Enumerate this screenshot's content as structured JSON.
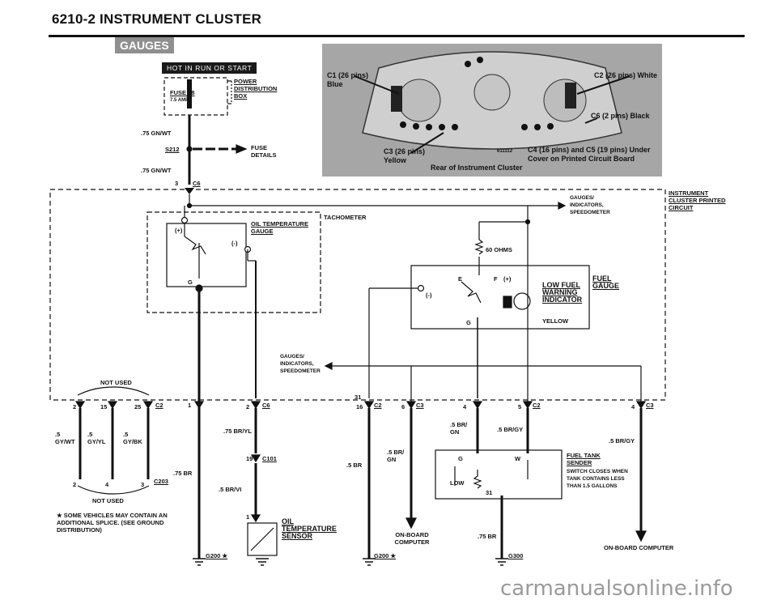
{
  "header": {
    "title": "6210-2   INSTRUMENT CLUSTER",
    "section": "GAUGES"
  },
  "supply": {
    "hot_tag": "HOT IN RUN OR START",
    "fuse": "FUSE 18",
    "fuse_amp": "7.5 AMP",
    "power_box": "POWER DISTRIBUTION BOX",
    "wire_top": ".75 GN/WT",
    "splice": "S212",
    "fuse_details": "FUSE DETAILS",
    "wire_bottom": ".75 GN/WT",
    "pin_c6": "3",
    "conn_c6": "C6"
  },
  "photo": {
    "c1": "C1 (26 pins) Blue",
    "c2": "C2 (26 pins) White",
    "c6": "C6 (2 pins) Black",
    "c3": "C3 (26 pins) Yellow",
    "c4c5": "C4 (16 pins) and C5 (19 pins) Under Cover on Printed Circuit Board",
    "caption": "Rear of Instrument Cluster",
    "code": "611112"
  },
  "cluster": {
    "label": "INSTRUMENT CLUSTER PRINTED CIRCUIT",
    "gauges_top": "GAUGES/ INDICATORS, SPEEDOMETER",
    "tachometer": "TACHOMETER",
    "oil_gauge": "OIL TEMPERATURE GAUGE",
    "plus": "(+)",
    "minus": "(-)",
    "g": "G",
    "ohms": "60 OHMS",
    "fuel_gauge": "FUEL GAUGE",
    "e": "E",
    "f": "F",
    "fuel_minus": "(-)",
    "fuel_plus": "(+)",
    "low_fuel": "LOW FUEL WARNING INDICATOR",
    "yellow": "YELLOW",
    "g2": "G",
    "gauges_mid": "GAUGES/ INDICATORS, SPEEDOMETER",
    "not_used_top": "NOT USED"
  },
  "connectors": {
    "p2": "2",
    "p15": "15",
    "p25": "25",
    "c2a": "C2",
    "p1": "1",
    "p2b": "2",
    "c6b": "C6",
    "p31": "31",
    "p16": "16",
    "c2b": "C2",
    "p6": "6",
    "c3a": "C3",
    "p4": "4",
    "p5": "5",
    "c2c": "C2",
    "p4b": "4",
    "c3b": "C3"
  },
  "lower": {
    "w1": ".5 GY/WT",
    "w2": ".5 GY/YL",
    "w3": ".5 GY/BK",
    "c203": "C203",
    "n2": "2",
    "n4": "4",
    "n3": "3",
    "not_used": "NOT USED",
    "w75br": ".75 BR",
    "note": "★ SOME VEHICLES MAY CONTAIN AN ADDITIONAL SPLICE. (SEE GROUND DISTRIBUTION)",
    "g200a": "G200 ★",
    "w_bryl": ".75 BR/YL",
    "p19": "19",
    "c101": "C101",
    "w_brvi": ".5 BR/VI",
    "p1b": "1",
    "oil_sensor": "OIL TEMPERATURE SENSOR",
    "w_brgn1": ".5 BR/ GN",
    "w_br5": ".5 BR",
    "onboard1": "ON-BOARD COMPUTER",
    "g200b": "G200 ★",
    "w_brgn2": ".5 BR/ GN",
    "w_brgy1": ".5 BR/GY",
    "w_brgy2": ".5 BR/GY",
    "tank_g": "G",
    "tank_w": "W",
    "tank_low": "LOW",
    "tank_31": "31",
    "tank_sender": "FUEL TANK SENDER",
    "tank_note": "SWITCH CLOSES WHEN TANK CONTAINS LESS THAN 1.5 GALLONS",
    "w75br2": ".75 BR",
    "g300": "G300",
    "onboard2": "ON-BOARD COMPUTER"
  },
  "watermark": "carmanualsonline.info"
}
